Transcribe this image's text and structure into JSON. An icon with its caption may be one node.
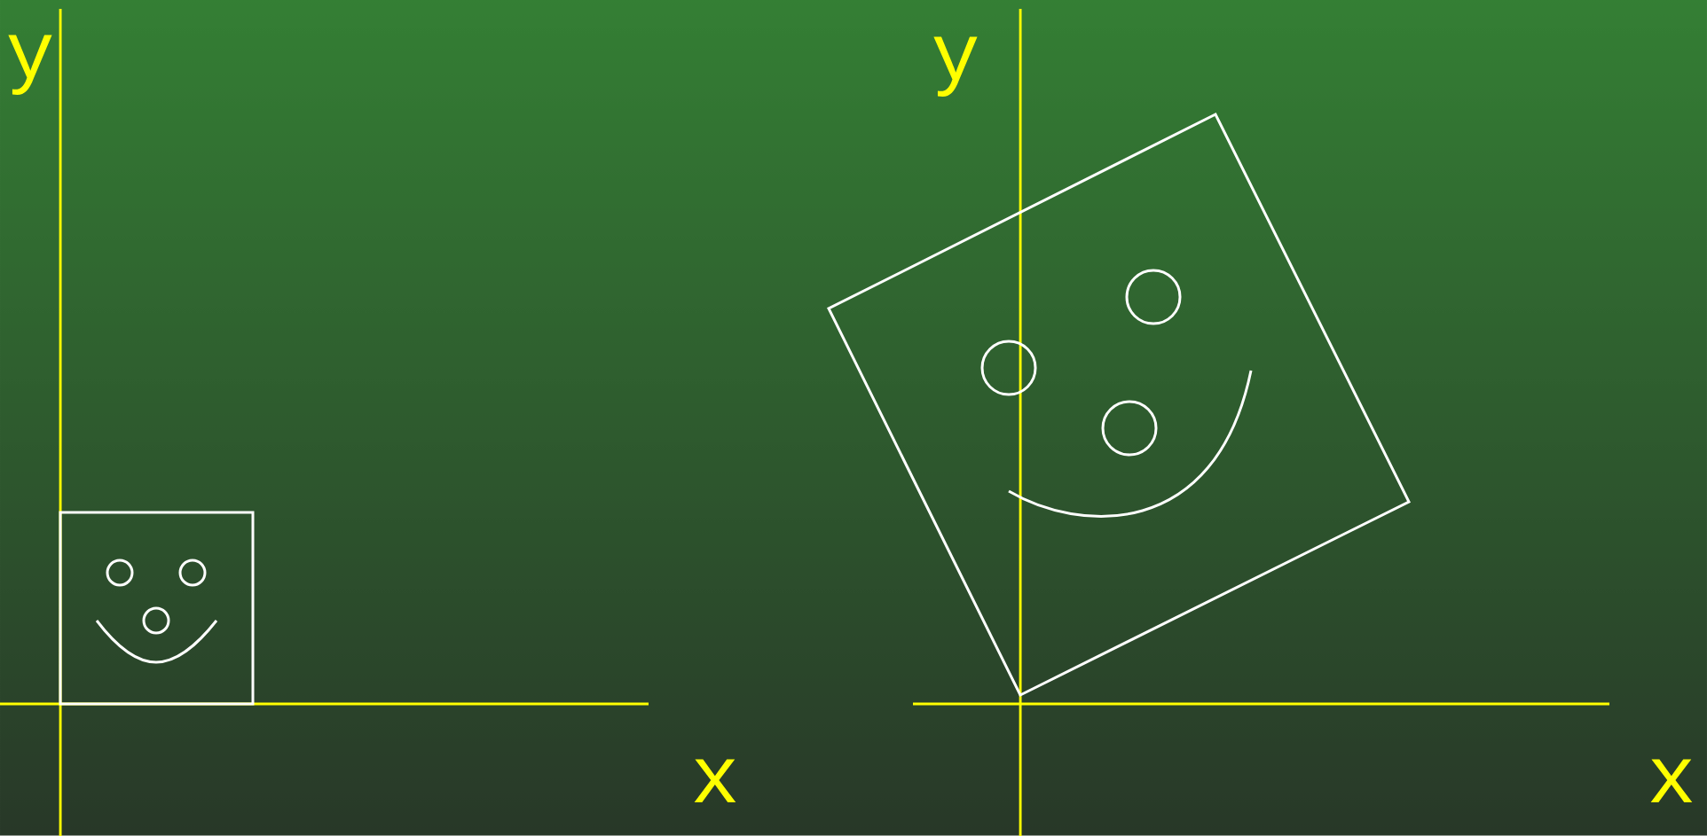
{
  "diagram": {
    "labels": [
      "y",
      "x",
      "y",
      "x"
    ]
  }
}
